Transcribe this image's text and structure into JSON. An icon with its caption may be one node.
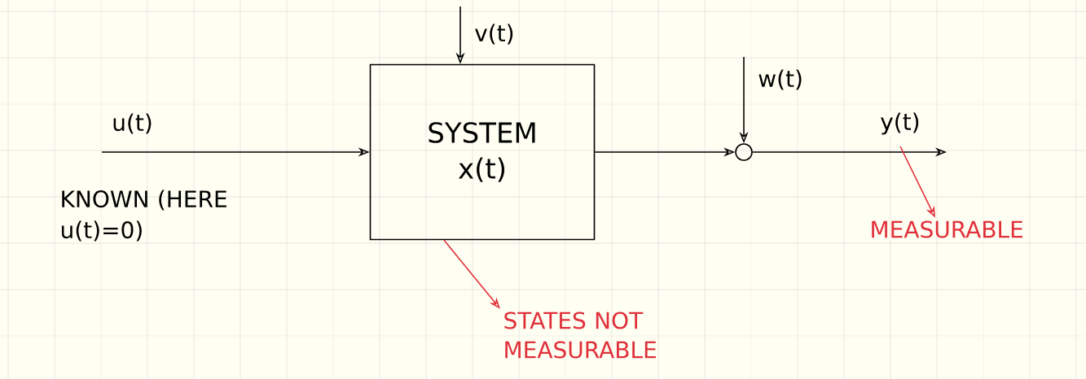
{
  "diagram": {
    "nodes": [
      {
        "text": [
          "SYSTEM x(t)"
        ]
      },
      {
        "text": [],
        "shape": "circle"
      },
      {
        "text": [
          "STATES NOT MEASURABLE"
        ]
      },
      {
        "text": [
          "MEASURABLE"
        ]
      }
    ],
    "edges": [
      {
        "from": null,
        "to": 0,
        "arrow": "to",
        "label": "u(t)"
      },
      {
        "from": null,
        "to": 0,
        "arrow": "to",
        "label": "v(t)"
      },
      {
        "from": 0,
        "to": 1,
        "arrow": "to"
      },
      {
        "from": null,
        "to": 1,
        "arrow": "to",
        "label": "w(t)"
      },
      {
        "from": 1,
        "to": null,
        "arrow": "to",
        "label": "y(t)"
      },
      {
        "from": 0,
        "to": 2,
        "arrow": "to",
        "color": "#e0303a"
      },
      {
        "from": null,
        "to": 3,
        "arrow": "to",
        "color": "#e0303a"
      }
    ],
    "labels": [
      "KNOWN (HERE u(t)=0)"
    ]
  }
}
